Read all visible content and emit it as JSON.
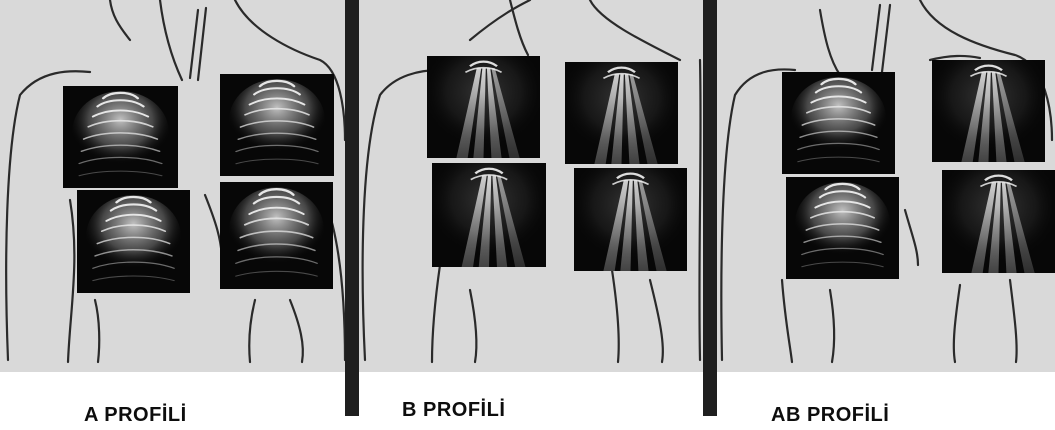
{
  "profiles": [
    {
      "label": "A PROFİLİ",
      "pattern": "A-lines"
    },
    {
      "label": "B PROFİLİ",
      "pattern": "B-lines"
    },
    {
      "label": "AB PROFİLİ",
      "pattern": "A-lines left, B-lines right"
    }
  ],
  "colors": {
    "background": "#d9d9d9",
    "divider": "#1f1f1f",
    "outline": "#2a2a2a",
    "ultrasound": "#070707"
  }
}
